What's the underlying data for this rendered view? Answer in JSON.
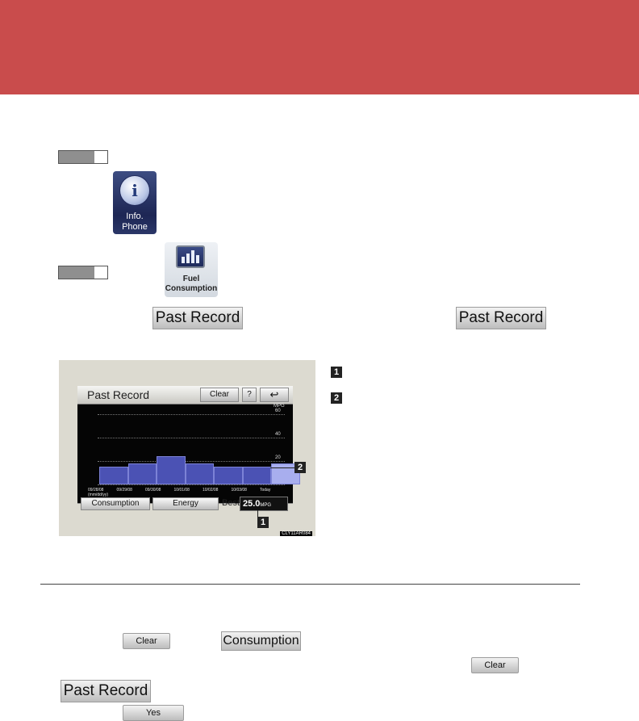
{
  "step_icons": {
    "info_phone": [
      "Info.",
      "Phone"
    ],
    "fuel_consumption": [
      "Fuel",
      "Consumption"
    ]
  },
  "inline_buttons": {
    "past_record": "Past Record",
    "clear": "Clear",
    "consumption": "Consumption",
    "yes": "Yes"
  },
  "screen": {
    "title": "Past Record",
    "buttons": {
      "clear": "Clear",
      "help": "?",
      "back": "↩"
    },
    "unit_label": "MPG",
    "bottom_buttons": [
      "Consumption",
      "Energy"
    ],
    "best_label": "Best",
    "best_value": "25.0",
    "best_unit": "MPG",
    "date_format": "(mm/dd/yy)",
    "image_code": "CLY11AR084"
  },
  "chart_data": {
    "type": "bar",
    "categories": [
      "09/28/08",
      "09/29/08",
      "09/30/08",
      "10/01/08",
      "10/02/08",
      "10/03/08",
      "Today"
    ],
    "values": [
      15,
      18,
      24,
      18,
      15,
      15,
      18
    ],
    "ylim": [
      0,
      60
    ],
    "yticks": [
      0,
      20,
      40,
      60
    ],
    "title": "Past Record",
    "xlabel": "",
    "ylabel": "MPG"
  },
  "callouts": [
    "1",
    "2"
  ],
  "colors": {
    "banner": "#c94c4c",
    "bar": "#4b52b4",
    "bar_today": "#a8aeee"
  }
}
